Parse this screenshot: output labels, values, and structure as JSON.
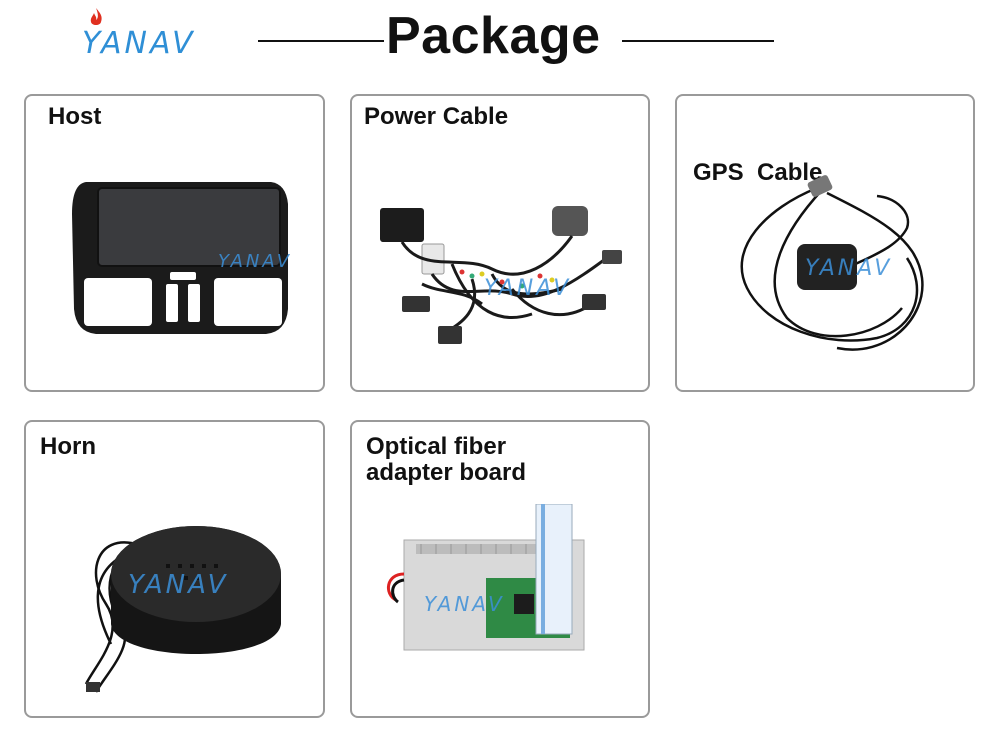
{
  "brand": {
    "logo_text": "YANAV",
    "accent": "#2f8fd6",
    "flame_color": "#e03020"
  },
  "header": {
    "title": "Package"
  },
  "items": [
    {
      "label_lines": [
        "Host"
      ],
      "icon": "host-unit-icon"
    },
    {
      "label_lines": [
        "Power Cable"
      ],
      "icon": "power-cable-icon"
    },
    {
      "label_lines": [
        "GPS  Cable"
      ],
      "icon": "gps-antenna-icon"
    },
    {
      "label_lines": [
        "Horn"
      ],
      "icon": "speaker-icon"
    },
    {
      "label_lines": [
        "Optical fiber",
        "adapter board"
      ],
      "icon": "adapter-board-icon"
    }
  ],
  "watermark": "YANAV"
}
